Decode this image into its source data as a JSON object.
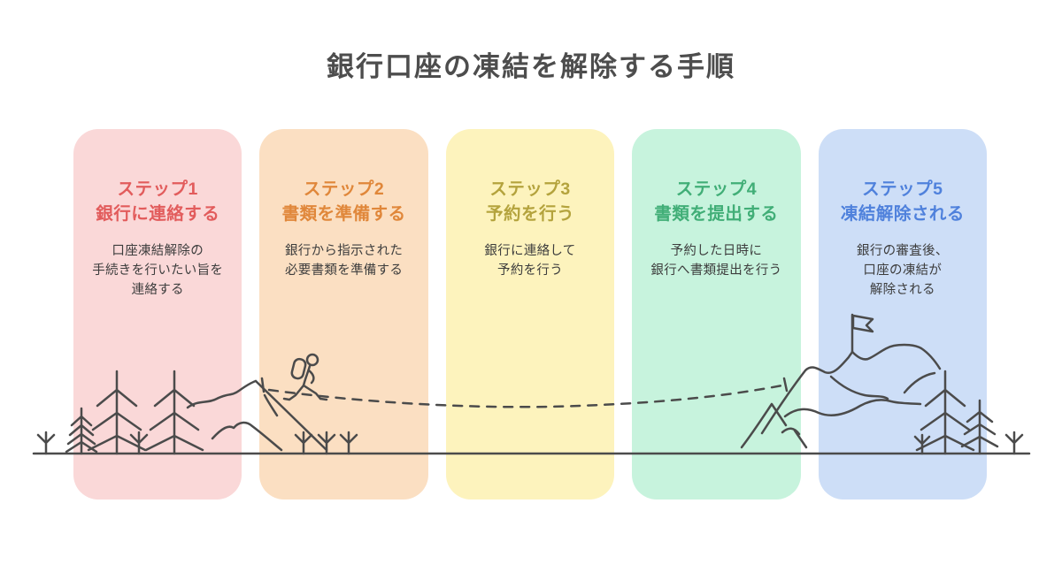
{
  "title": "銀行口座の凍結を解除する手順",
  "steps": [
    {
      "label": "ステップ1",
      "title": "銀行に連絡する",
      "description": "口座凍結解除の\n手続きを行いたい旨を\n連絡する",
      "bg_color": "#fad8d8",
      "accent_color": "#e25c5c"
    },
    {
      "label": "ステップ2",
      "title": "書類を準備する",
      "description": "銀行から指示された\n必要書類を準備する",
      "bg_color": "#fbdfc2",
      "accent_color": "#e0873a"
    },
    {
      "label": "ステップ3",
      "title": "予約を行う",
      "description": "銀行に連絡して\n予約を行う",
      "bg_color": "#fdf3bd",
      "accent_color": "#b4a33d"
    },
    {
      "label": "ステップ4",
      "title": "書類を提出する",
      "description": "予約した日時に\n銀行へ書類提出を行う",
      "bg_color": "#c7f3dd",
      "accent_color": "#41ae77"
    },
    {
      "label": "ステップ5",
      "title": "凍結解除される",
      "description": "銀行の審査後、\n口座の凍結が\n解除される",
      "bg_color": "#cddef7",
      "accent_color": "#4f81dc"
    }
  ],
  "illustration": {
    "stroke_color": "#4b4b4b",
    "icons": [
      "ground-line",
      "sapling-icon",
      "pine-tree-icon",
      "hill-icon",
      "hiker-icon",
      "trail-dashed-icon",
      "mountain-icon",
      "summit-flag-icon"
    ]
  }
}
